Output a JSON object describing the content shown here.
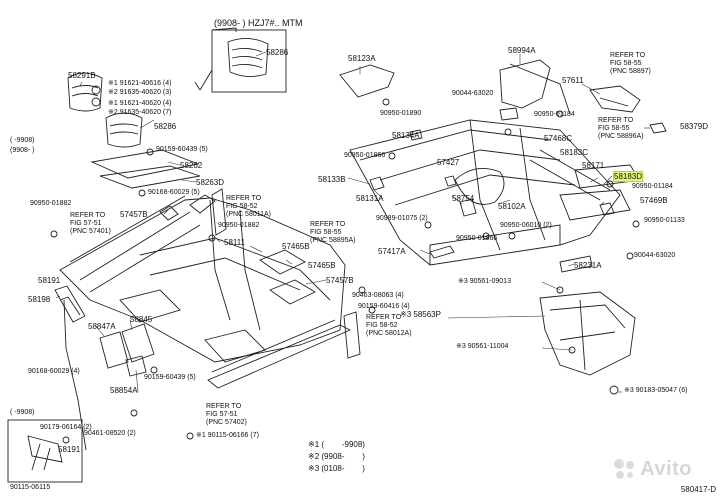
{
  "header": {
    "variant": "(9908-    ) HZJ7#.. MTM"
  },
  "footer": {
    "code": "580417-D"
  },
  "watermark": {
    "text": "Avito"
  },
  "legend": [
    {
      "mark": "※1",
      "text": "(        -9908)"
    },
    {
      "mark": "※2",
      "text": "(9908-        )"
    },
    {
      "mark": "※3",
      "text": "(0108-        )"
    }
  ],
  "labels": {
    "p58286a": "58286",
    "p58291b": "58291B",
    "p91621_40616": "※1 91621-40616 (4)",
    "p91635_40620": "※2 91635-40620 (3)",
    "p91621_40620": "※1 91621-40620 (4)",
    "p91635_40620b": "※2 91635-40620 (7)",
    "p58286b": "58286",
    "range1": "(        -9908)",
    "range2": "(9908-        )",
    "p90159_60439a": "90159-60439 (5)",
    "p58262": "58262",
    "p58263d": "58263D",
    "p90168_60029a": "90168-60029 (5)",
    "p90950_01882a": "90950-01882",
    "p57457b": "57457B",
    "p58111": "58111",
    "p90950_01882b": "90950-01882",
    "p57465b": "57465B",
    "p57465b2": "57465B",
    "p57457b2": "57457B",
    "p58191": "58191",
    "p58198": "58198",
    "p58847a": "58847A",
    "p58845": "58845",
    "p90168_60029b": "90168-60029 (4)",
    "p90159_60439b": "90159-60439 (5)",
    "p58854a": "58854A",
    "p90463_08063": "90463-08063 (4)",
    "p90159_60416": "90159-60416 (4)",
    "p90461_08520": "90461-08520 (2)",
    "p90115_06166a": "※1 90115-06166 (7)",
    "range3": "(        -9908)",
    "p90179_06164": "90179-06164 (2)",
    "p58191b": "58191",
    "p90115_06115": "90115-06115",
    "p58123a": "58123A",
    "p58994a": "58994A",
    "p57611": "57611",
    "p90044_63020a": "90044-63020",
    "p90950_01890": "90950-01890",
    "p90950_01184a": "90950-01184",
    "p58379d": "58379D",
    "p58134a": "58134A",
    "p57468c": "57468C",
    "p90950_01866a": "90950-01866",
    "p58183c": "58183C",
    "p57427": "57427",
    "p58171": "58171",
    "p58183d": "58183D",
    "p58133b": "58133B",
    "p90950_01184b": "90950-01184",
    "p58131a": "58131A",
    "p58754": "58754",
    "p58102a": "58102A",
    "p57469b": "57469B",
    "p90989_01075": "90989-01075 (2)",
    "p90950_01133": "90950-01133",
    "p90950_06010": "90950-06010 (2)",
    "p90950_01866b": "90950-01866",
    "p57417a": "57417A",
    "p90044_63020b": "90044-63020",
    "p58231a": "58231A",
    "p90561_09013": "※3 90561-09013",
    "p58563p": "※3 58563P",
    "p90561_11004": "※3 90561-11004",
    "p90183_05047": "※3 90183-05047 (6)"
  },
  "refs": {
    "r1": "REFER TO\nFIG 58-55\n(PNC 58897)",
    "r2": "REFER TO\nFIG 58-55\n(PNC 58896A)",
    "r3": "REFER TO\nFIG 58-52\n(PNC 58011A)",
    "r4": "REFER TO\nFIG 57-51\n(PNC 57401)",
    "r5": "REFER TO\nFIG 58-55\n(PNC 58895A)",
    "r6": "REFER TO\nFIG 58-52\n(PNC 58012A)",
    "r7": "REFER TO\nFIG 57-51\n(PNC 57402)"
  }
}
